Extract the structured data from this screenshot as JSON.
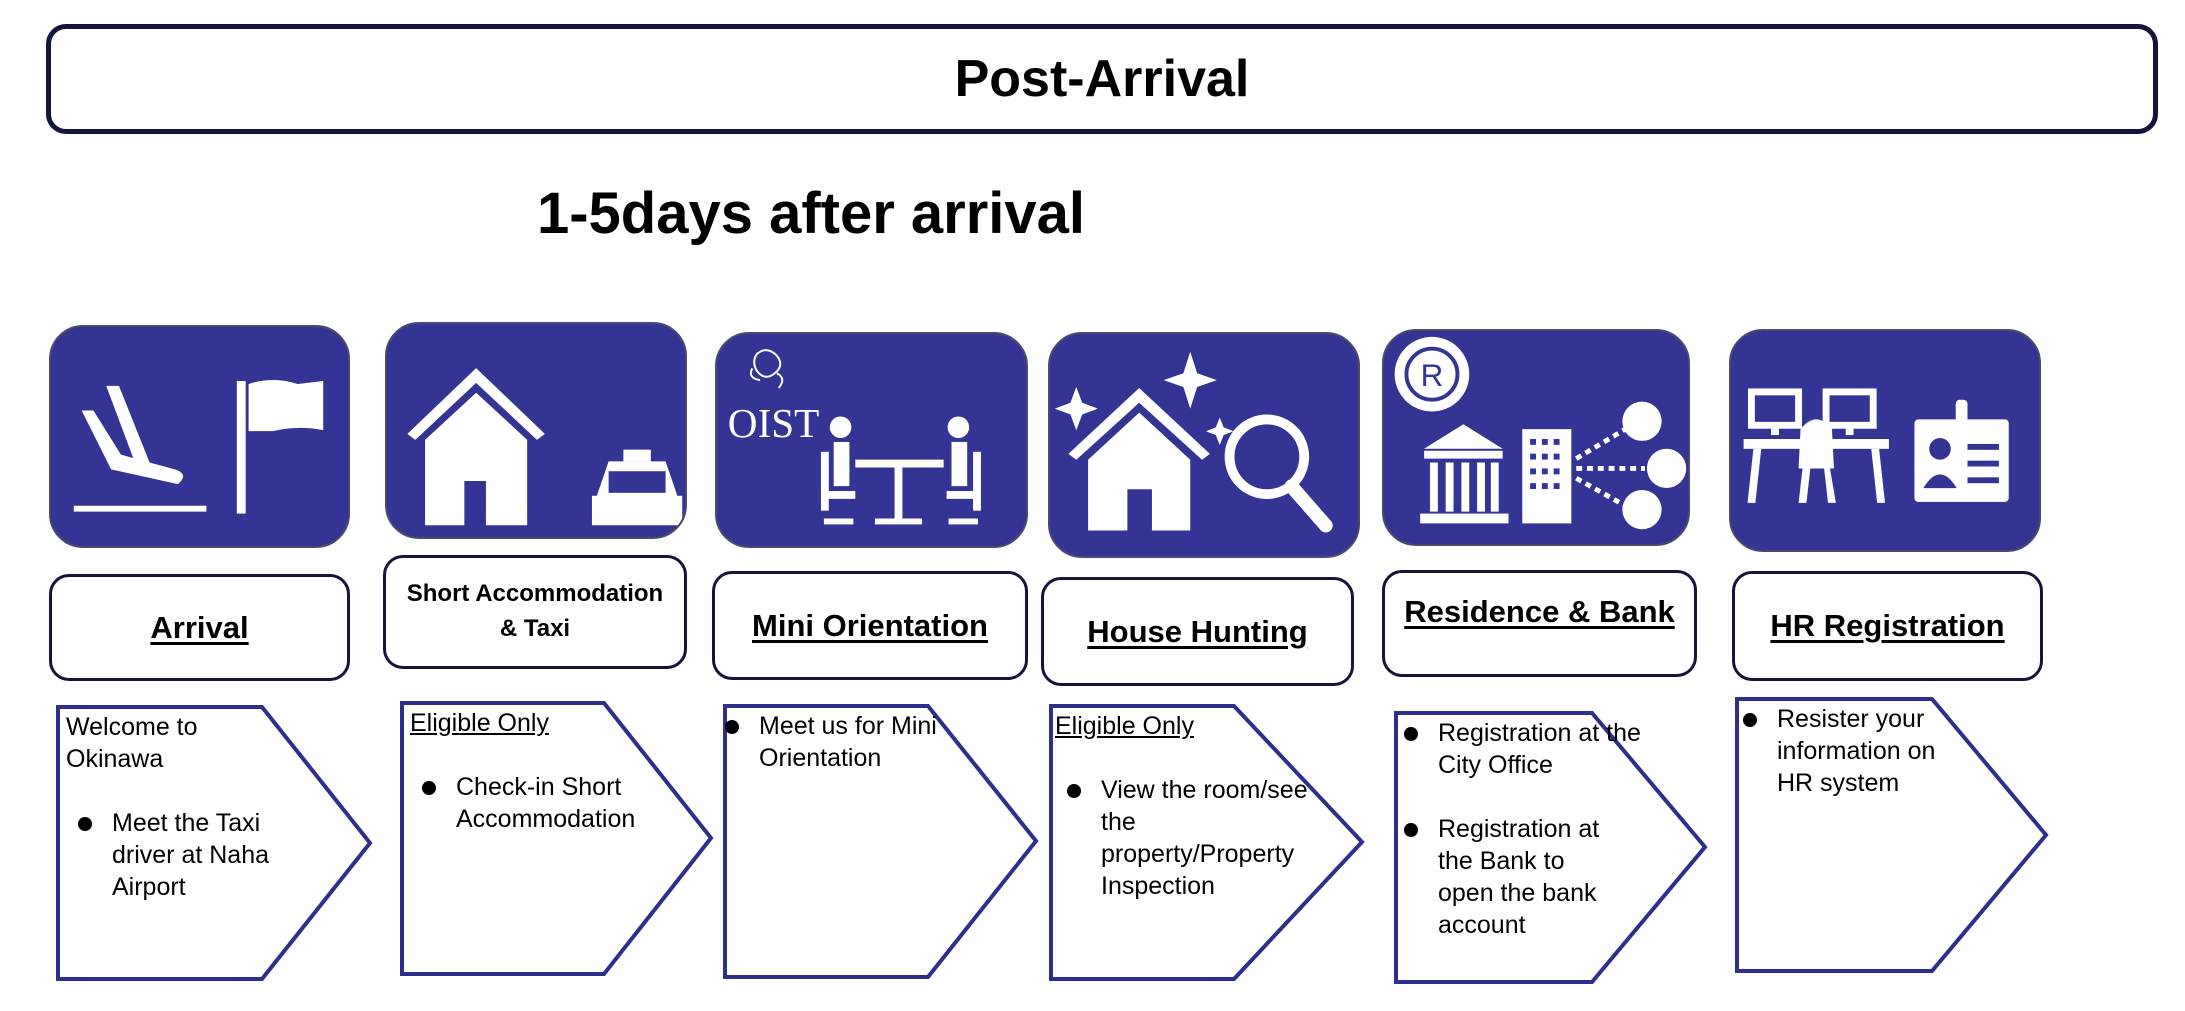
{
  "header": {
    "title": "Post-Arrival"
  },
  "subtitle": "1-5days after arrival",
  "colors": {
    "icon_bg": "#343494",
    "chevron_stroke": "#2e2e8c",
    "label_border": "#14143c"
  },
  "steps": [
    {
      "label": "Arrival",
      "icon": "plane-landing-flag-icon",
      "intro": "Welcome to Okinawa",
      "bullets": [
        "Meet the Taxi driver at Naha Airport"
      ]
    },
    {
      "label_line1": "Short Accommodation",
      "label_line2": "& Taxi",
      "icon": "house-taxi-icon",
      "note": "Eligible Only",
      "bullets": [
        "Check-in Short Accommodation"
      ]
    },
    {
      "label": "Mini Orientation",
      "icon": "oist-meeting-icon",
      "logo_text": "OIST",
      "bullets": [
        "Meet us for Mini Orientation"
      ]
    },
    {
      "label": "House Hunting",
      "icon": "house-search-icon",
      "note": "Eligible Only",
      "bullets": [
        "View the room/see the property/Property Inspection"
      ]
    },
    {
      "label": "Residence & Bank",
      "icon": "bank-registration-icon",
      "badge": "R",
      "bullets": [
        "Registration at the City Office",
        "Registration at the Bank to open the bank account"
      ]
    },
    {
      "label": "HR Registration",
      "icon": "desk-id-card-icon",
      "bullets": [
        "Resister your information on HR system"
      ]
    }
  ]
}
